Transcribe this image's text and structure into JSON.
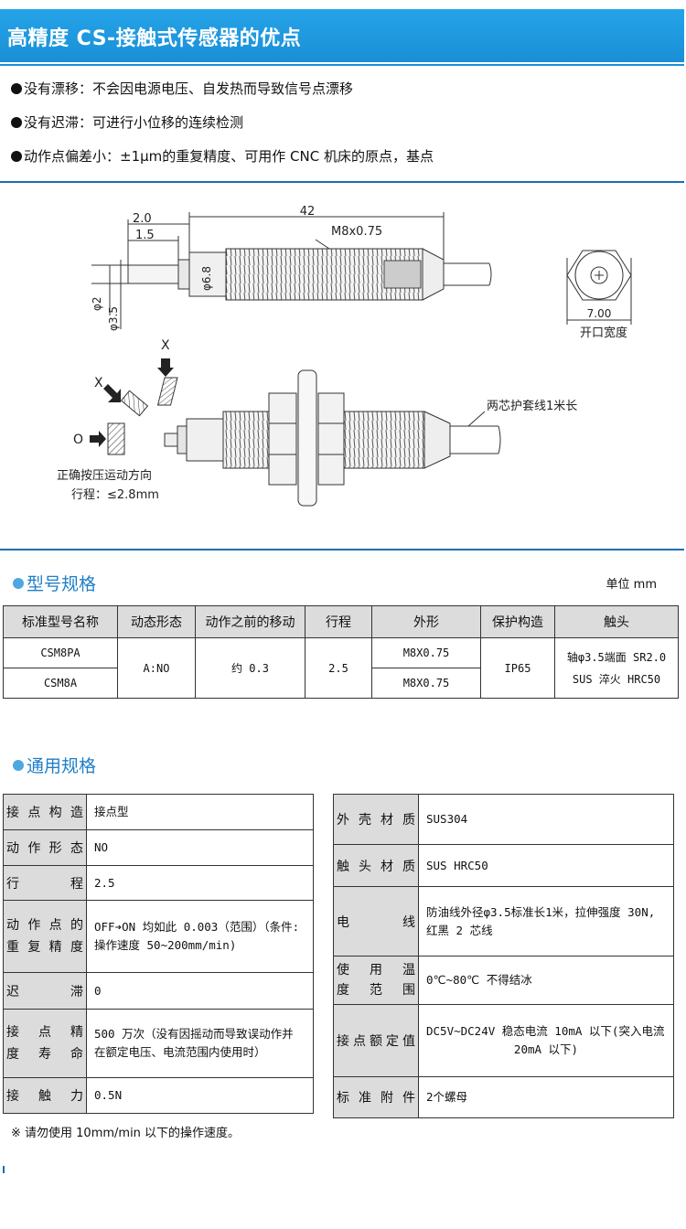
{
  "header": {
    "title": "高精度 CS-接触式传感器的优点"
  },
  "advantages": [
    "没有漂移：不会因电源电压、自发热而导致信号点漂移",
    "没有迟滞：可进行小位移的连续检测",
    "动作点偏差小：±1μm的重复精度、可用作 CNC 机床的原点，基点"
  ],
  "drawing": {
    "dim_42": "42",
    "dim_2_0": "2.0",
    "dim_1_5": "1.5",
    "thread": "M8x0.75",
    "dia_6_8": "φ6.8",
    "dia_2": "φ2",
    "dia_3_5": "φ3.5",
    "dim_7_00": "7.00",
    "opening_width": "开口宽度",
    "x_top": "X",
    "x_left": "X",
    "o_label": "O",
    "press_direction": "正确按压运动方向",
    "stroke": "行程：≤2.8mm",
    "cable": "两芯护套线1米长"
  },
  "model_spec": {
    "title": "型号规格",
    "unit": "单位 mm",
    "headers": [
      "标准型号名称",
      "动态形态",
      "动作之前的移动",
      "行程",
      "外形",
      "保护构造",
      "触头"
    ],
    "models": [
      "CSM8PA",
      "CSM8A"
    ],
    "action": "A:NO",
    "pretravel": "约 0.3",
    "stroke": "2.5",
    "shapes": [
      "M8X0.75",
      "M8X0.75"
    ],
    "protection": "IP65",
    "contact_line1": "轴φ3.5端面 SR2.0",
    "contact_line2": "SUS 淬火 HRC50"
  },
  "general_spec": {
    "title": "通用规格",
    "left": {
      "contact_structure": {
        "label": "接点构造",
        "value": "接点型"
      },
      "action_form": {
        "label": "动作形态",
        "value": "NO"
      },
      "stroke": {
        "label": "行程",
        "value": "2.5"
      },
      "repeatability": {
        "label1": "动作点的",
        "label2": "重复精度",
        "value1": "OFF➔ON 均如此 0.003（范围）（条件:",
        "value2": "操作速度 50~200mm/min)"
      },
      "hysteresis": {
        "label": "迟滞",
        "value": "0"
      },
      "life": {
        "label1": "接点精",
        "label2": "度寿命",
        "value1": "500 万次（没有因摇动而导致误动作并",
        "value2": "在额定电压、电流范围内使用时）"
      },
      "force": {
        "label": "接触力",
        "value": "0.5N"
      }
    },
    "right": {
      "housing": {
        "label": "外壳材质",
        "value": "SUS304"
      },
      "contact_material": {
        "label": "触头材质",
        "value": "SUS HRC50"
      },
      "wire": {
        "label1": "电",
        "label2": "线",
        "value1": "防油线外径φ3.5标准长1米，拉伸强度 30N,",
        "value2": "红黑 2 芯线"
      },
      "temperature": {
        "label1": "使用温",
        "label2": "度范围",
        "value": "0℃~80℃ 不得结冰"
      },
      "rating": {
        "label": "接点额定值",
        "value1": "DC5V~DC24V 稳态电流 10mA 以下(突入电流",
        "value2": "20mA 以下)"
      },
      "accessory": {
        "label": "标准附件",
        "value": "2个螺母"
      }
    },
    "note": "※ 请勿使用 10mm/min 以下的操作速度。"
  },
  "colors": {
    "banner": "#1a8fd6",
    "section_title": "#1f7fc7",
    "header_bg": "#dcdcdc"
  }
}
